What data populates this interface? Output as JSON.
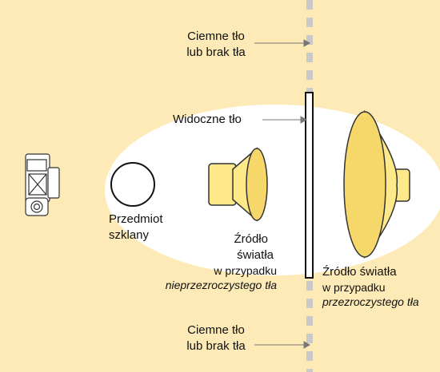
{
  "labels": {
    "top_bg_line1": "Ciemne tło",
    "top_bg_line2": "lub brak tła",
    "visible_bg": "Widoczne tło",
    "object_line1": "Przedmiot",
    "object_line2": "szklany",
    "light_front_line1": "Źródło",
    "light_front_line2": "światła",
    "light_front_line3": "w przypadku",
    "light_front_line4": "nieprzezroczystego tła",
    "light_back_line1": "Źródło światła",
    "light_back_line2": "w przypadku",
    "light_back_line3": "przezroczystego tła",
    "bottom_bg_line1": "Ciemne tło",
    "bottom_bg_line2": "lub brak tła"
  },
  "colors": {
    "background": "#fdeab6",
    "illuminated_area": "#ffffff",
    "lamp_fill": "#fde98a",
    "lamp_shade": "#f6d76a",
    "dashed_axis": "#c9c9c9",
    "outline": "#111111"
  }
}
